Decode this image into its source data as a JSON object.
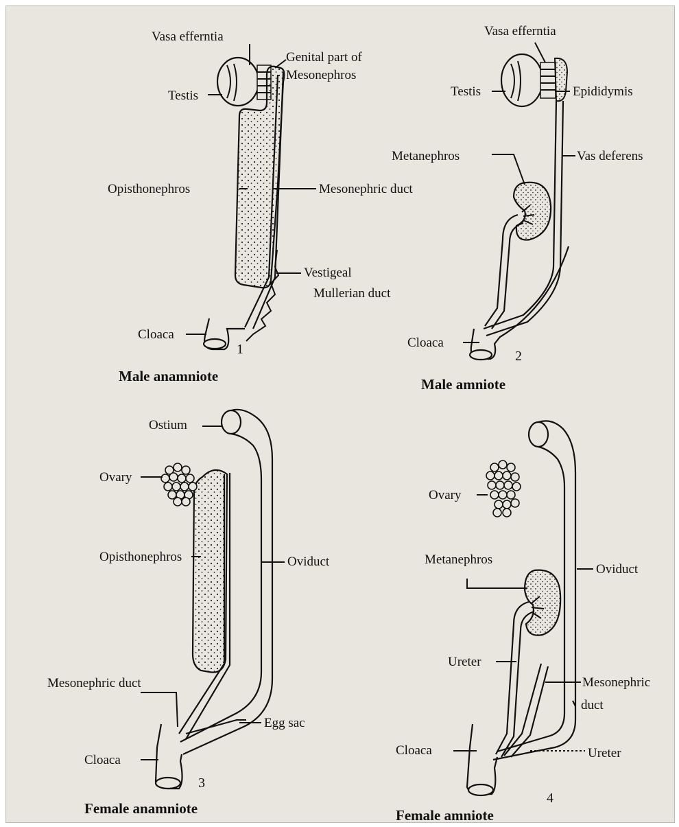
{
  "panels": [
    {
      "number": "1",
      "caption": "Male anamniote",
      "labels": {
        "vasa_efferentia": "Vasa efferntia",
        "genital_part": "Genital part of",
        "mesonephros": "Mesonephros",
        "testis": "Testis",
        "opisthonephros": "Opisthonephros",
        "mesonephric_duct": "Mesonephric duct",
        "vestigeal": "Vestigeal",
        "mullerian_duct": "Mullerian duct",
        "cloaca": "Cloaca"
      }
    },
    {
      "number": "2",
      "caption": "Male amniote",
      "labels": {
        "vasa_efferentia": "Vasa efferntia",
        "testis": "Testis",
        "epididymis": "Epididymis",
        "metanephros": "Metanephros",
        "vas_deferens": "Vas deferens",
        "cloaca": "Cloaca"
      }
    },
    {
      "number": "3",
      "caption": "Female anamniote",
      "labels": {
        "ostium": "Ostium",
        "ovary": "Ovary",
        "opisthonephros": "Opisthonephros",
        "oviduct": "Oviduct",
        "mesonephric_duct": "Mesonephric duct",
        "egg_sac": "Egg sac",
        "cloaca": "Cloaca"
      }
    },
    {
      "number": "4",
      "caption": "Female amniote",
      "labels": {
        "ovary": "Ovary",
        "metanephros": "Metanephros",
        "oviduct": "Oviduct",
        "ureter_upper": "Ureter",
        "mesonephric": "Mesonephric",
        "duct": "duct",
        "cloaca": "Cloaca",
        "ureter_lower": "Ureter"
      }
    }
  ]
}
